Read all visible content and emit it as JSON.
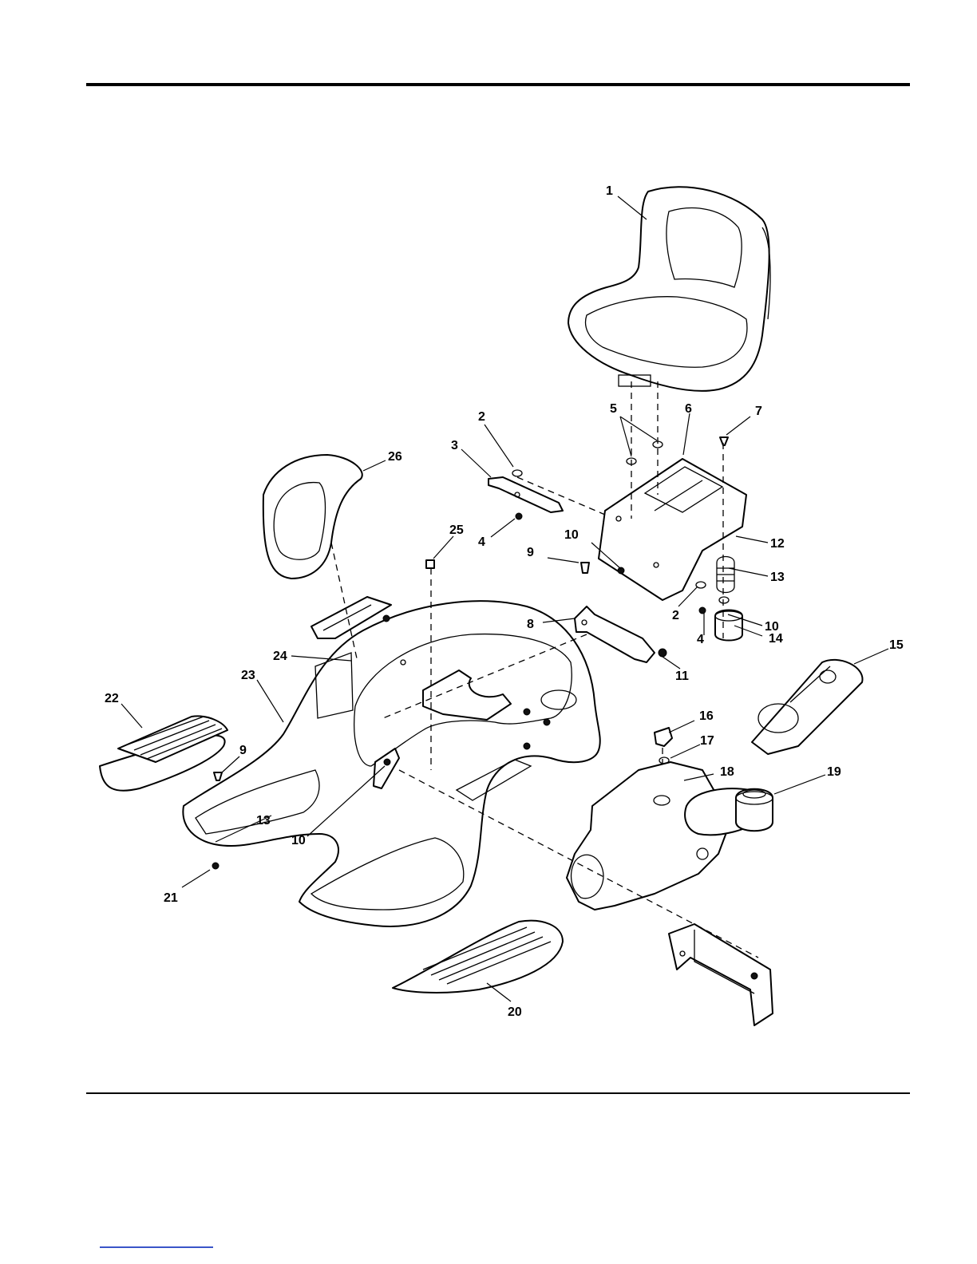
{
  "callouts": [
    {
      "id": "c1",
      "label": "1"
    },
    {
      "id": "c2a",
      "label": "2"
    },
    {
      "id": "c3",
      "label": "3"
    },
    {
      "id": "c4a",
      "label": "4"
    },
    {
      "id": "c5",
      "label": "5"
    },
    {
      "id": "c6",
      "label": "6"
    },
    {
      "id": "c7",
      "label": "7"
    },
    {
      "id": "c26",
      "label": "26"
    },
    {
      "id": "c25",
      "label": "25"
    },
    {
      "id": "c9a",
      "label": "9"
    },
    {
      "id": "c10a",
      "label": "10"
    },
    {
      "id": "c12",
      "label": "12"
    },
    {
      "id": "c13a",
      "label": "13"
    },
    {
      "id": "c2b",
      "label": "2"
    },
    {
      "id": "c10b",
      "label": "10"
    },
    {
      "id": "c8",
      "label": "8"
    },
    {
      "id": "c4b",
      "label": "4"
    },
    {
      "id": "c14",
      "label": "14"
    },
    {
      "id": "c11",
      "label": "11"
    },
    {
      "id": "c15",
      "label": "15"
    },
    {
      "id": "c24",
      "label": "24"
    },
    {
      "id": "c23",
      "label": "23"
    },
    {
      "id": "c22",
      "label": "22"
    },
    {
      "id": "c16",
      "label": "16"
    },
    {
      "id": "c17",
      "label": "17"
    },
    {
      "id": "c18",
      "label": "18"
    },
    {
      "id": "c19",
      "label": "19"
    },
    {
      "id": "c9b",
      "label": "9"
    },
    {
      "id": "c13b",
      "label": "13"
    },
    {
      "id": "c10c",
      "label": "10"
    },
    {
      "id": "c21",
      "label": "21"
    },
    {
      "id": "c20",
      "label": "20"
    }
  ]
}
